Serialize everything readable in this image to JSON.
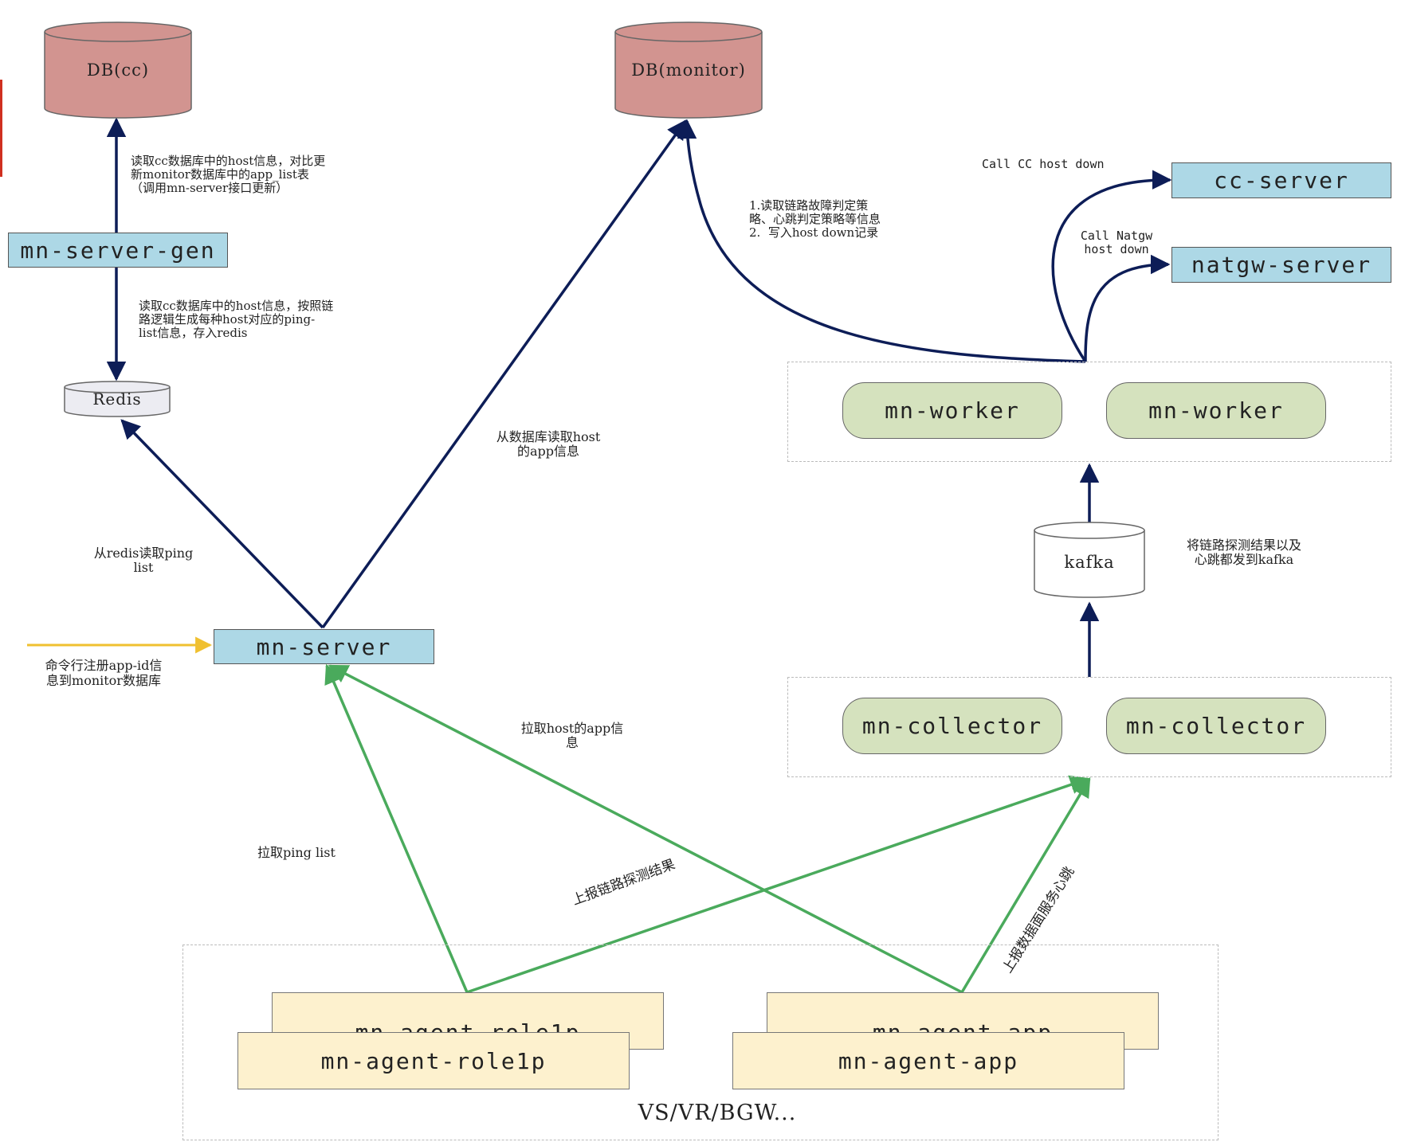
{
  "databases": {
    "db_cc": "DB(cc)",
    "db_monitor": "DB(monitor)",
    "redis": "Redis",
    "kafka": "kafka"
  },
  "nodes": {
    "mn_server_gen": "mn-server-gen",
    "mn_server": "mn-server",
    "cc_server": "cc-server",
    "natgw_server": "natgw-server",
    "mn_worker_1": "mn-worker",
    "mn_worker_2": "mn-worker",
    "mn_collector_1": "mn-collector",
    "mn_collector_2": "mn-collector",
    "mn_agent_roleip_back": "mn-agent-role1p",
    "mn_agent_roleip_front": "mn-agent-role1p",
    "mn_agent_app_back": "mn-agent-app",
    "mn_agent_app_front": "mn-agent-app",
    "agents_group_label": "VS/VR/BGW..."
  },
  "edge_labels": {
    "gen_to_dbcc": "读取cc数据库中的host信息，对比更\n新monitor数据库中的app_list表\n（调用mn-server接口更新）",
    "gen_to_redis": "读取cc数据库中的host信息，按照链\n路逻辑生成每种host对应的ping-\nlist信息，存入redis",
    "server_to_redis": "从redis读取ping\nlist",
    "server_to_dbmonitor": "从数据库读取host\n的app信息",
    "worker_to_dbmonitor": "1.读取链路故障判定策\n略、心跳判定策略等信息\n2.  写入host down记录",
    "call_cc": "Call CC host down",
    "call_natgw": "Call Natgw\nhost down",
    "collector_to_kafka": "将链路探测结果以及\n心跳都发到kafka",
    "cli_register": "命令行注册app-id信\n息到monitor数据库",
    "pull_host_app": "拉取host的app信\n息",
    "pull_ping_list": "拉取ping list",
    "report_link_probe": "上报链路探测结果",
    "report_heartbeat": "上报数据面服务心跳"
  },
  "colors": {
    "navy_arrow": "#0d1d57",
    "green_arrow": "#4aaa5c",
    "yellow_arrow": "#f0c030",
    "db_red": "#d29490",
    "node_blue": "#add8e6",
    "node_green": "#d5e2be",
    "node_yellow": "#fdf1ce"
  }
}
